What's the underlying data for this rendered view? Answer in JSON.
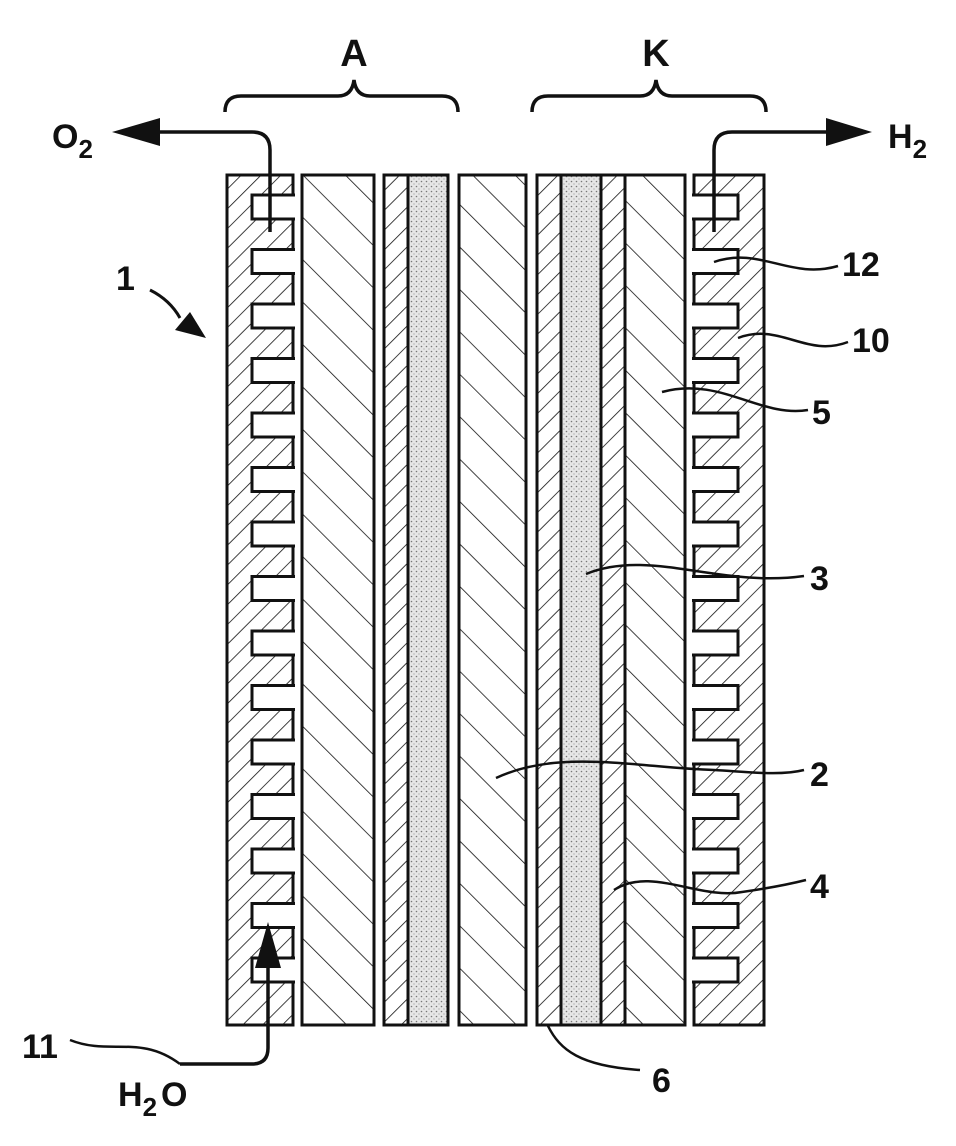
{
  "brackets": {
    "anode": "A",
    "cathode": "K"
  },
  "gases": {
    "oxygen": {
      "main": "O",
      "sub": "2"
    },
    "hydrogen": {
      "main": "H",
      "sub": "2"
    },
    "water": {
      "main": "H",
      "sub": "2",
      "tail": "O"
    }
  },
  "reference_numerals": {
    "device": "1",
    "membrane": "2",
    "catalyst_layer": "3",
    "layer_4": "4",
    "layer_5": "5",
    "layer_6": "6",
    "flow_inlet": "11",
    "flow_plate": "10",
    "channel": "12"
  },
  "colors": {
    "line": "#111111",
    "background": "#ffffff"
  }
}
